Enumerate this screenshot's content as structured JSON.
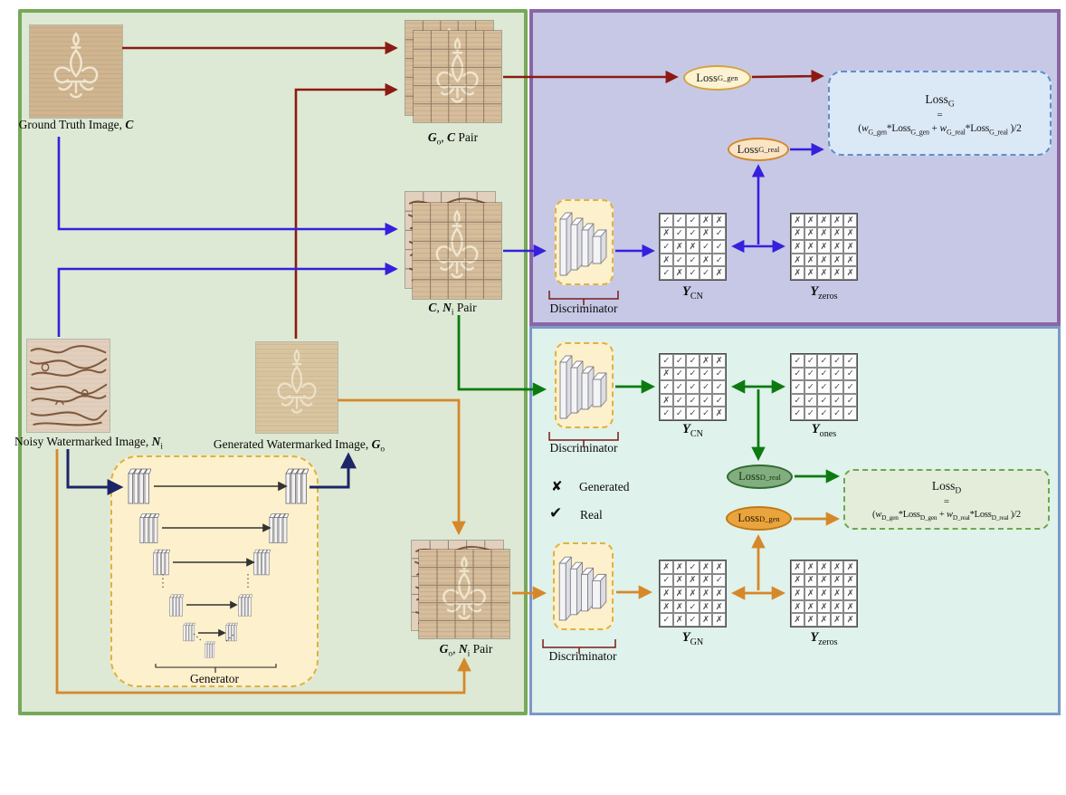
{
  "colors": {
    "panel_green_border": "#76a959",
    "panel_green_bg": "#dde9d4",
    "panel_purple_border": "#8a66a6",
    "panel_purple_bg": "#c7c8e6",
    "panel_teal_border": "#7b99c9",
    "panel_teal_bg": "#dff2eb",
    "arrow_dark_red": "#8b1a12",
    "arrow_blue": "#3520dd",
    "arrow_green": "#0c7a10",
    "arrow_orange": "#d68829",
    "arrow_navy": "#1c2566",
    "generator_box": "#fdf0cc",
    "generator_border": "#dfb23f",
    "loss_g_box_bg": "#dbe8f6",
    "loss_g_box_border": "#5e8fc9",
    "loss_d_box_bg": "#e3edda",
    "loss_d_box_border": "#6aa84f"
  },
  "labels": {
    "ground_truth": [
      {
        "t": "Ground Truth Image, "
      },
      {
        "t": "C",
        "b": 1
      }
    ],
    "go_c_pair": [
      {
        "t": "G",
        "b": 1
      },
      {
        "t": "o",
        "sub": 1
      },
      {
        "t": ", "
      },
      {
        "t": "C",
        "b": 1
      },
      {
        "t": " Pair"
      }
    ],
    "c_ni_pair": [
      {
        "t": "C",
        "b": 1
      },
      {
        "t": ", "
      },
      {
        "t": "N",
        "b": 1
      },
      {
        "t": "i",
        "sub": 1
      },
      {
        "t": " Pair"
      }
    ],
    "noisy": [
      {
        "t": "Noisy Watermarked Image, "
      },
      {
        "t": "N",
        "b": 1
      },
      {
        "t": "i",
        "sub": 1
      }
    ],
    "generated": [
      {
        "t": "Generated Watermarked Image, "
      },
      {
        "t": "G",
        "b": 1
      },
      {
        "t": "o",
        "sub": 1
      }
    ],
    "go_ni_pair": [
      {
        "t": "G",
        "b": 1
      },
      {
        "t": "o",
        "sub": 1
      },
      {
        "t": ", "
      },
      {
        "t": "N",
        "b": 1
      },
      {
        "t": "i",
        "sub": 1
      },
      {
        "t": " Pair"
      }
    ],
    "generator": [
      {
        "t": "Generator"
      }
    ],
    "discriminator": [
      {
        "t": "Discriminator"
      }
    ],
    "y_cn": [
      {
        "t": "Y",
        "b": 1
      },
      {
        "t": "CN",
        "sub": 1
      }
    ],
    "y_zeros": [
      {
        "t": "Y",
        "b": 1
      },
      {
        "t": "zeros",
        "sub": 1
      }
    ],
    "y_ones": [
      {
        "t": "Y",
        "b": 1
      },
      {
        "t": "ones",
        "sub": 1
      }
    ],
    "y_gn": [
      {
        "t": "Y",
        "b": 1
      },
      {
        "t": "GN",
        "sub": 1
      }
    ]
  },
  "ellipses": {
    "loss_g_gen": [
      {
        "t": "Loss"
      },
      {
        "t": "G_gen",
        "sub": 1
      }
    ],
    "loss_g_real": [
      {
        "t": "Loss"
      },
      {
        "t": "G_real",
        "sub": 1
      }
    ],
    "loss_d_real": [
      {
        "t": "Loss"
      },
      {
        "t": "D_real",
        "sub": 1
      }
    ],
    "loss_d_gen": [
      {
        "t": "Loss"
      },
      {
        "t": "D_gen",
        "sub": 1
      }
    ]
  },
  "loss_g_box": {
    "title": [
      {
        "t": "Loss"
      },
      {
        "t": "G",
        "sub": 1
      }
    ],
    "eq": "=",
    "formula": [
      {
        "t": "("
      },
      {
        "t": "w",
        "it": 1
      },
      {
        "t": "G_gen",
        "sub": 1
      },
      {
        "t": "*Loss"
      },
      {
        "t": "G_gen",
        "sub": 1
      },
      {
        "t": " + "
      },
      {
        "t": "w",
        "it": 1
      },
      {
        "t": "G_real",
        "sub": 1
      },
      {
        "t": "*Loss"
      },
      {
        "t": "G_real",
        "sub": 1
      },
      {
        "t": " )/2"
      }
    ]
  },
  "loss_d_box": {
    "title": [
      {
        "t": "Loss"
      },
      {
        "t": "D",
        "sub": 1
      }
    ],
    "eq": "=",
    "formula": [
      {
        "t": "("
      },
      {
        "t": "w",
        "it": 1
      },
      {
        "t": "D_gen",
        "sub": 1
      },
      {
        "t": "*Loss"
      },
      {
        "t": "D_gen",
        "sub": 1
      },
      {
        "t": " + "
      },
      {
        "t": "w",
        "it": 1
      },
      {
        "t": "D_real",
        "sub": 1
      },
      {
        "t": "*Loss"
      },
      {
        "t": "D_real",
        "sub": 1
      },
      {
        "t": " )/2"
      }
    ]
  },
  "legend": {
    "generated_mark": "✘",
    "generated_label": "Generated",
    "real_mark": "✔",
    "real_label": "Real"
  },
  "grids": {
    "ycn_g": {
      "rows": [
        "✓✓✓✗✗",
        "✗✓✓✗✓",
        "✓✗✗✓✓",
        "✗✓✓✗✓",
        "✓✗✓✓✗"
      ]
    },
    "yzeros_g": {
      "rows": [
        "✗✗✗✗✗",
        "✗✗✗✗✗",
        "✗✗✗✗✗",
        "✗✗✗✗✗",
        "✗✗✗✗✗"
      ]
    },
    "ycn_d": {
      "rows": [
        "✓✓✓✗✗",
        "✗✓✓✓✓",
        "✓✓✓✓✓",
        "✗✓✓✓✓",
        "✓✓✓✓✗"
      ]
    },
    "yones": {
      "rows": [
        "✓✓✓✓✓",
        "✓✓✓✓✓",
        "✓✓✓✓✓",
        "✓✓✓✓✓",
        "✓✓✓✓✓"
      ]
    },
    "ygn": {
      "rows": [
        "✗✗✓✗✗",
        "✓✗✗✗✓",
        "✗✗✗✗✗",
        "✗✗✓✗✗",
        "✓✗✓✗✗"
      ]
    },
    "yzeros_d": {
      "rows": [
        "✗✗✗✗✗",
        "✗✗✗✗✗",
        "✗✗✗✗✗",
        "✗✗✗✗✗",
        "✗✗✗✗✗"
      ]
    }
  }
}
